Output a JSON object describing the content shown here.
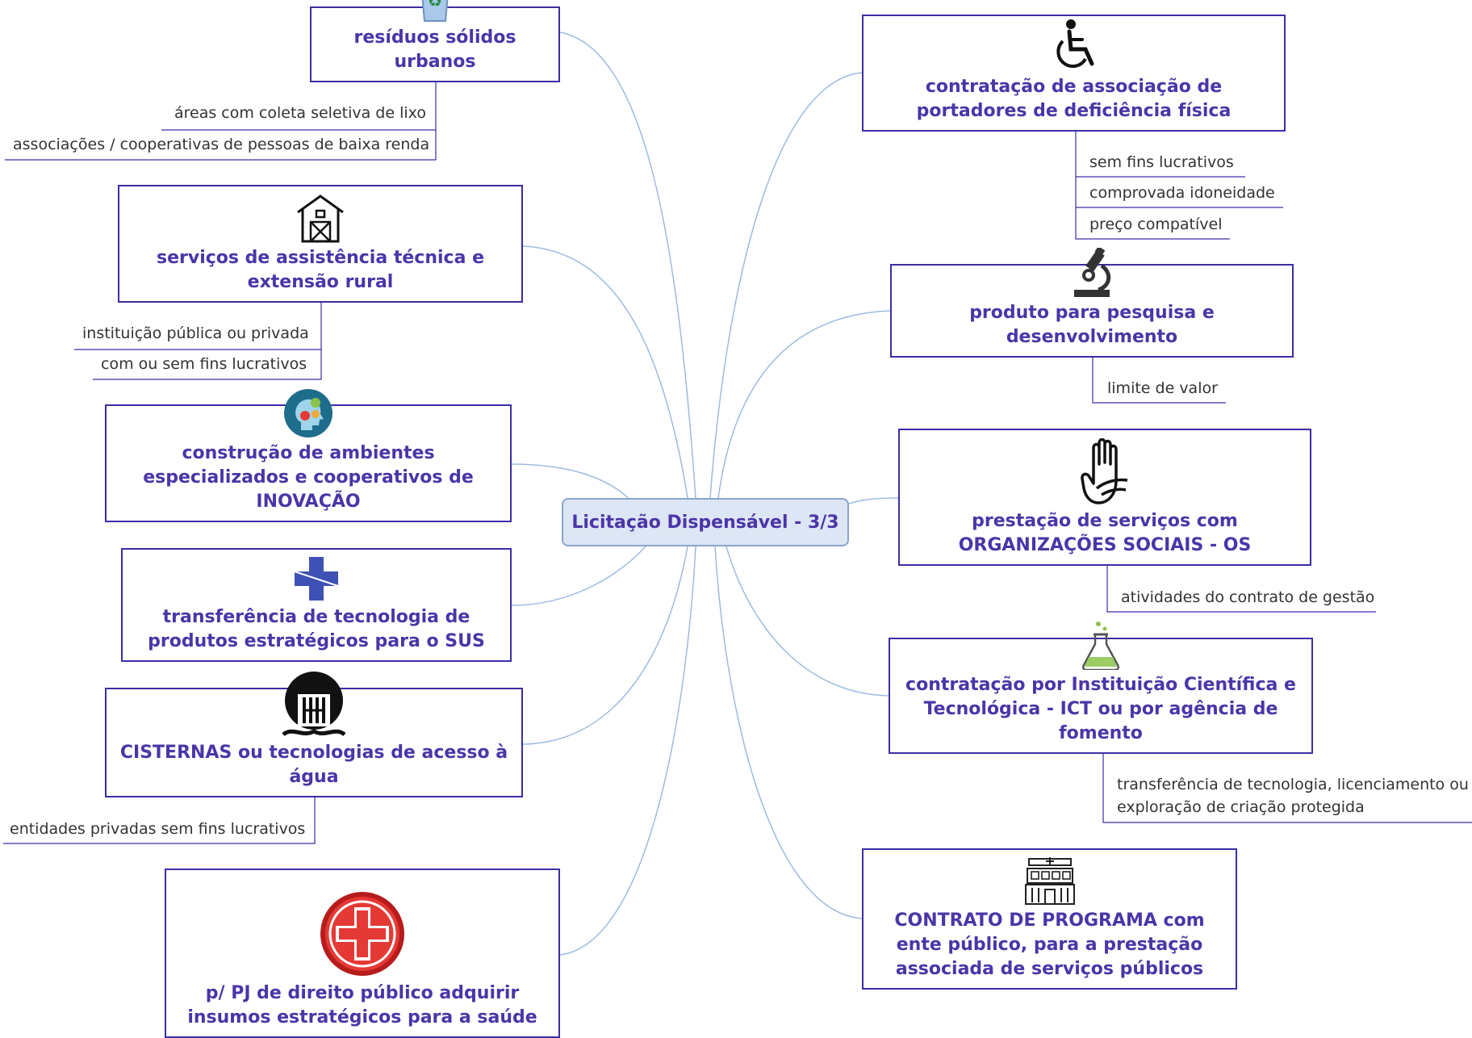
{
  "central": {
    "label": "Licitação Dispensável - 3/3"
  },
  "left_topics": [
    {
      "label": "resíduos sólidos urbanos",
      "icon": "recycle-bin-icon",
      "subtopics": [
        "áreas com coleta seletiva de lixo",
        "associações / cooperativas de pessoas de baixa renda"
      ]
    },
    {
      "label": "serviços de assistência técnica e extensão rural",
      "icon": "barn-icon",
      "subtopics": [
        "instituição pública ou privada",
        "com ou sem fins lucrativos"
      ]
    },
    {
      "label": "construção de ambientes especializados e cooperativos de INOVAÇÃO",
      "icon": "head-gears-icon",
      "subtopics": []
    },
    {
      "label": "transferência de tecnologia de produtos estratégicos para o SUS",
      "icon": "medical-cross-icon",
      "subtopics": []
    },
    {
      "label": "CISTERNAS ou tecnologias de acesso à água",
      "icon": "cistern-icon",
      "subtopics": [
        "entidades privadas sem fins lucrativos"
      ]
    },
    {
      "label": "p/ PJ de direito público adquirir insumos estratégicos para a saúde",
      "icon": "red-cross-button-icon",
      "subtopics": []
    }
  ],
  "right_topics": [
    {
      "label": "contratação de associação de portadores de deficiência física",
      "icon": "wheelchair-icon",
      "subtopics": [
        "sem fins lucrativos",
        "comprovada idoneidade",
        "preço compatível"
      ]
    },
    {
      "label": "produto para pesquisa e desenvolvimento",
      "icon": "microscope-icon",
      "subtopics": [
        "limite de valor"
      ]
    },
    {
      "label": "prestação de serviços com ORGANIZAÇÕES SOCIAIS - OS",
      "icon": "hands-icon",
      "subtopics": [
        "atividades do contrato de gestão"
      ]
    },
    {
      "label": "contratação por Instituição Científica e Tecnológica - ICT ou por agência de fomento",
      "icon": "flask-icon",
      "subtopics": [
        "transferência de tecnologia, licenciamento ou exploração de criação protegida"
      ]
    },
    {
      "label": "CONTRATO DE PROGRAMA com ente público, para a prestação associada de serviços públicos",
      "icon": "hospital-building-icon",
      "subtopics": []
    }
  ],
  "colors": {
    "topic_border": "#3a2ea6",
    "topic_text": "#4b35a8",
    "link": "#9cbbe0",
    "central_fill": "#dde6f5"
  }
}
